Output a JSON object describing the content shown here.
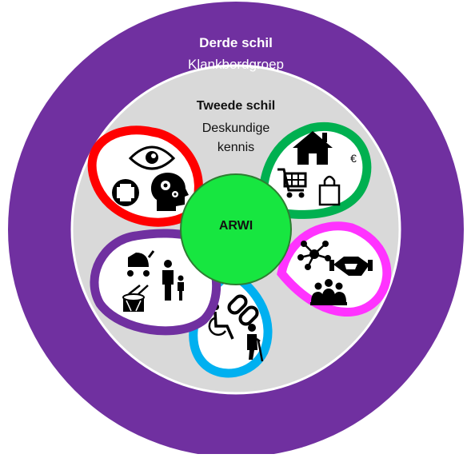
{
  "outer_ring": {
    "title": "Derde schil",
    "subtitle": "Klankbordgroep",
    "color": "#7030a0"
  },
  "inner_ring": {
    "title": "Tweede schil",
    "subtitle_line1": "Deskundige",
    "subtitle_line2": "kennis",
    "color": "#d9d9d9"
  },
  "center": {
    "label": "ARWI",
    "color": "#17e640"
  },
  "petals": [
    {
      "id": "health",
      "color": "#ff0000",
      "icons": [
        "eye-icon",
        "medical-cross-icon",
        "head-gears-icon"
      ]
    },
    {
      "id": "living",
      "color": "#00b050",
      "icons": [
        "house-icon",
        "euro-icon",
        "shopping-cart-icon",
        "shopping-bag-icon"
      ],
      "text": "€"
    },
    {
      "id": "social",
      "color": "#ff33ff",
      "icons": [
        "network-icon",
        "handshake-icon",
        "group-icon"
      ]
    },
    {
      "id": "support",
      "color": "#00b0f0",
      "icons": [
        "link-icon",
        "wheelchair-icon",
        "elderly-person-icon"
      ]
    },
    {
      "id": "family",
      "color": "#7030a0",
      "icons": [
        "stroller-icon",
        "parent-child-icon",
        "drum-icon"
      ]
    }
  ]
}
